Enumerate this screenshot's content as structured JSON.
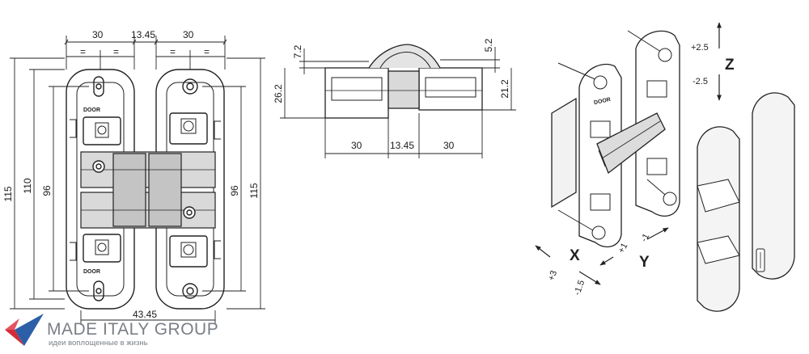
{
  "front_view": {
    "dim_top_left": "30",
    "dim_top_mid": "13.45",
    "dim_top_right": "30",
    "dim_left_outer": "115",
    "dim_left_mid": "110",
    "dim_left_inner": "96",
    "dim_right_inner": "96",
    "dim_right_outer": "115",
    "dim_bottom": "43.45",
    "stamp_top": "DOOR",
    "stamp_bottom": "DOOR",
    "equal_mark": "="
  },
  "side_view": {
    "dim_top_left": "7.2",
    "dim_top_right": "5.2",
    "dim_left": "26.2",
    "dim_right": "21.2",
    "dim_bottom_left": "30",
    "dim_bottom_mid": "13.45",
    "dim_bottom_right": "30"
  },
  "iso_view": {
    "z_label": "Z",
    "z_plus": "+2.5",
    "z_minus": "-2.5",
    "x_label": "X",
    "x_plus": "+3",
    "x_minus": "-1.5",
    "y_label": "Y",
    "y_plus": "+1",
    "y_minus": "-1",
    "stamp": "DOOR"
  },
  "branding": {
    "name": "MADE ITALY GROUP",
    "tagline": "идеи воплощенные в жизнь",
    "colors": {
      "red": "#d62a35",
      "blue": "#2d5fa8",
      "gray": "#7a7f86"
    }
  }
}
